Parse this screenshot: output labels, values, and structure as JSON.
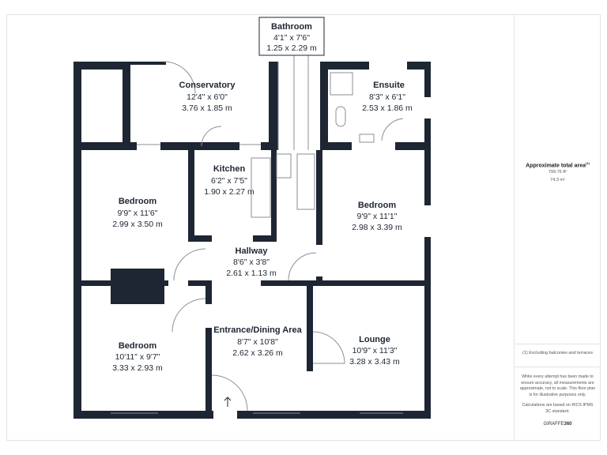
{
  "rooms": {
    "bathroom": {
      "name": "Bathroom",
      "imperial": "4'1\" x 7'6\"",
      "metric": "1.25 x 2.29 m"
    },
    "conservatory": {
      "name": "Conservatory",
      "imperial": "12'4\" x 6'0\"",
      "metric": "3.76 x 1.85 m"
    },
    "ensuite": {
      "name": "Ensuite",
      "imperial": "8'3\" x 6'1\"",
      "metric": "2.53 x 1.86 m"
    },
    "kitchen": {
      "name": "Kitchen",
      "imperial": "6'2\" x 7'5\"",
      "metric": "1.90 x 2.27 m"
    },
    "bedroom_left": {
      "name": "Bedroom",
      "imperial": "9'9\" x 11'6\"",
      "metric": "2.99 x 3.50 m"
    },
    "bedroom_right": {
      "name": "Bedroom",
      "imperial": "9'9\" x 11'1\"",
      "metric": "2.98 x 3.39 m"
    },
    "hallway": {
      "name": "Hallway",
      "imperial": "8'6\" x 3'8\"",
      "metric": "2.61 x 1.13 m"
    },
    "entrance": {
      "name": "Entrance/Dining Area",
      "imperial": "8'7\" x 10'8\"",
      "metric": "2.62 x 3.26 m"
    },
    "bedroom_bottom": {
      "name": "Bedroom",
      "imperial": "10'11\" x 9'7\"",
      "metric": "3.33 x 2.93 m"
    },
    "lounge": {
      "name": "Lounge",
      "imperial": "10'9\" x 11'3\"",
      "metric": "3.28 x 3.43 m"
    }
  },
  "panel": {
    "area_title": "Approximate total area",
    "area_sup": "(1)",
    "area_sqft": "799.75 ft²",
    "area_sqm": "74.3 m²",
    "footnote": "(1) Excluding balconies and terraces",
    "disclaimer": "While every attempt has been made to ensure accuracy, all measurements are approximate, not to scale. This floor plan is for illustrative purposes only.",
    "calc_note": "Calculations are based on RICS IPMS 3C standard.",
    "brand_a": "GIRAFFE",
    "brand_b": "360"
  },
  "colors": {
    "wall": "#1e2633",
    "line": "#8a8f96"
  }
}
